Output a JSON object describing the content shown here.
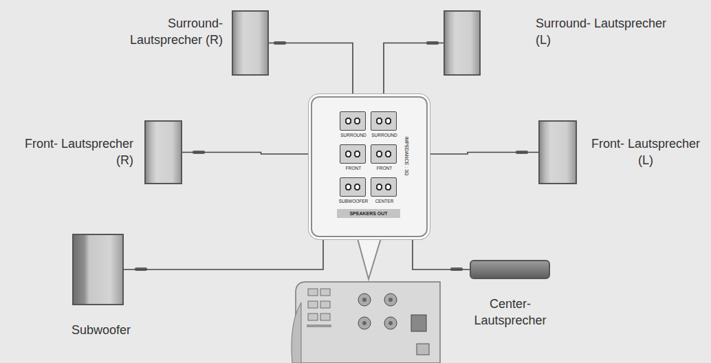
{
  "diagram": {
    "nodes": [
      {
        "text": [
          "Surround- Lautsprecher (R)"
        ]
      },
      {
        "text": [
          "Surround- Lautsprecher (L)"
        ]
      },
      {
        "text": [
          "Front- Lautsprecher (R)"
        ]
      },
      {
        "text": [
          "IMPEDANCE : 3Ω",
          "SPEAKERS OUT"
        ]
      },
      {
        "text": [
          "SURROUND"
        ],
        "in": 3
      },
      {
        "text": [
          "SURROUND"
        ],
        "in": 3
      },
      {
        "text": [
          "FRONT"
        ],
        "in": 3
      },
      {
        "text": [
          "FRONT"
        ],
        "in": 3
      },
      {
        "text": [
          "SUBWOOFER"
        ],
        "in": 3
      },
      {
        "text": [
          "CENTER"
        ],
        "in": 3
      },
      {
        "text": [
          "Front- Lautsprecher (L)"
        ]
      },
      {
        "text": [
          "Subwoofer"
        ]
      },
      {
        "text": [
          "Center- Lautsprecher"
        ]
      }
    ],
    "edges": [
      {
        "from": 0,
        "to": 4,
        "arrow": "none"
      },
      {
        "from": 1,
        "to": 5,
        "arrow": "none"
      },
      {
        "from": 2,
        "to": 6,
        "arrow": "none"
      },
      {
        "from": 10,
        "to": 7,
        "arrow": "none"
      },
      {
        "from": 11,
        "to": 8,
        "arrow": "none"
      },
      {
        "from": 12,
        "to": 9,
        "arrow": "none"
      }
    ]
  }
}
